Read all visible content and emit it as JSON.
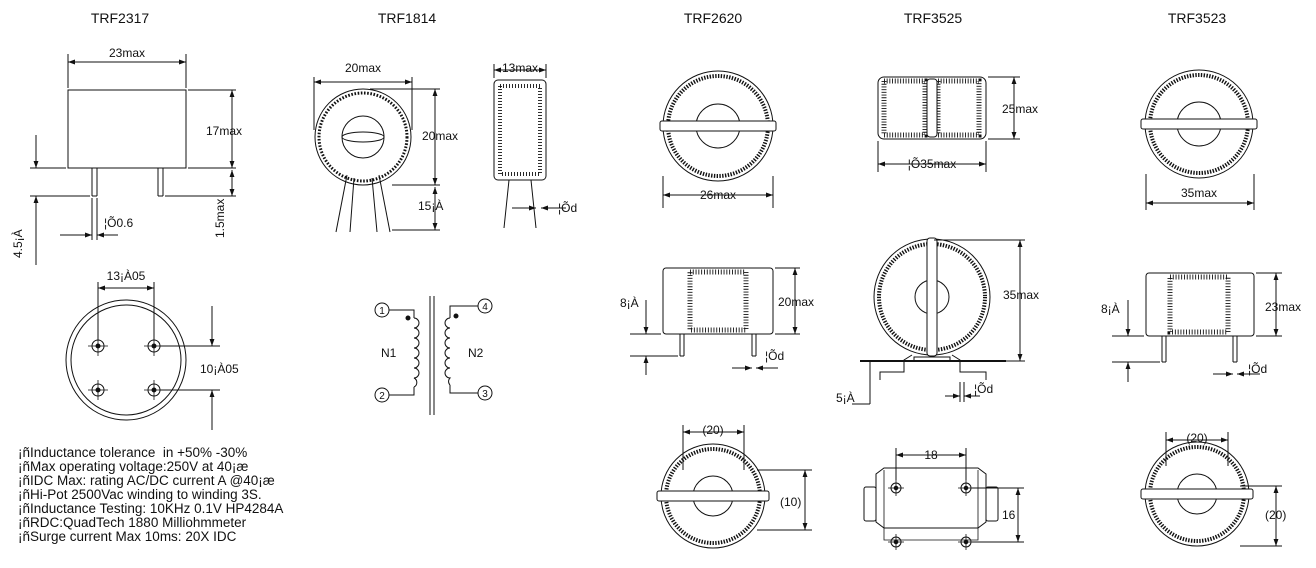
{
  "titles": {
    "trf2317": "TRF2317",
    "trf1814": "TRF1814",
    "trf2620": "TRF2620",
    "trf3525": "TRF3525",
    "trf3523": "TRF3523"
  },
  "dims": {
    "trf2317_width": "23max",
    "trf2317_height": "17max",
    "trf2317_pin_dia": "¦Õ0.6",
    "trf2317_lead": "1.5max",
    "trf2317_standoff": "4.5¡À",
    "trf2317_pitch_x": "13¡À05",
    "trf2317_pitch_y": "10¡À05",
    "trf1814_dia": "20max",
    "trf1814_height": "20max",
    "trf1814_lead": "15¡À",
    "trf1814_side_width": "13max",
    "trf1814_wire_dia": "¦Õd",
    "trf2620_dia": "26max",
    "trf2620_side_height": "20max",
    "trf2620_lead": "8¡À",
    "trf2620_wire_dia": "¦Õd",
    "trf2620_pitch_x": "(20)",
    "trf2620_pitch_y": "(10)",
    "trf3525_height": "25max",
    "trf3525_dia": "¦Õ35max",
    "trf3525_side_height": "35max",
    "trf3525_lead": "5¡À",
    "trf3525_wire_dia": "¦Õd",
    "trf3525_pitch_x": "18",
    "trf3525_pitch_y": "16",
    "trf3523_dia": "35max",
    "trf3523_side_height": "23max",
    "trf3523_lead": "8¡À",
    "trf3523_wire_dia": "¦Õd",
    "trf3523_pitch_x": "(20)",
    "trf3523_pitch_y": "(20)"
  },
  "schematic": {
    "pin1": "1",
    "pin2": "2",
    "pin3": "3",
    "pin4": "4",
    "n1": "N1",
    "n2": "N2"
  },
  "notes": [
    "¡ñInductance tolerance  in +50% -30%",
    "¡ñMax operating voltage:250V at 40¡æ",
    "¡ñIDC Max: rating AC/DC current A @40¡æ",
    "¡ñHi-Pot 2500Vac winding to winding 3S.",
    "¡ñInductance Testing: 10KHz 0.1V HP4284A",
    "¡ñRDC:QuadTech 1880 Milliohmmeter",
    "¡ñSurge current Max 10ms: 20X IDC"
  ]
}
